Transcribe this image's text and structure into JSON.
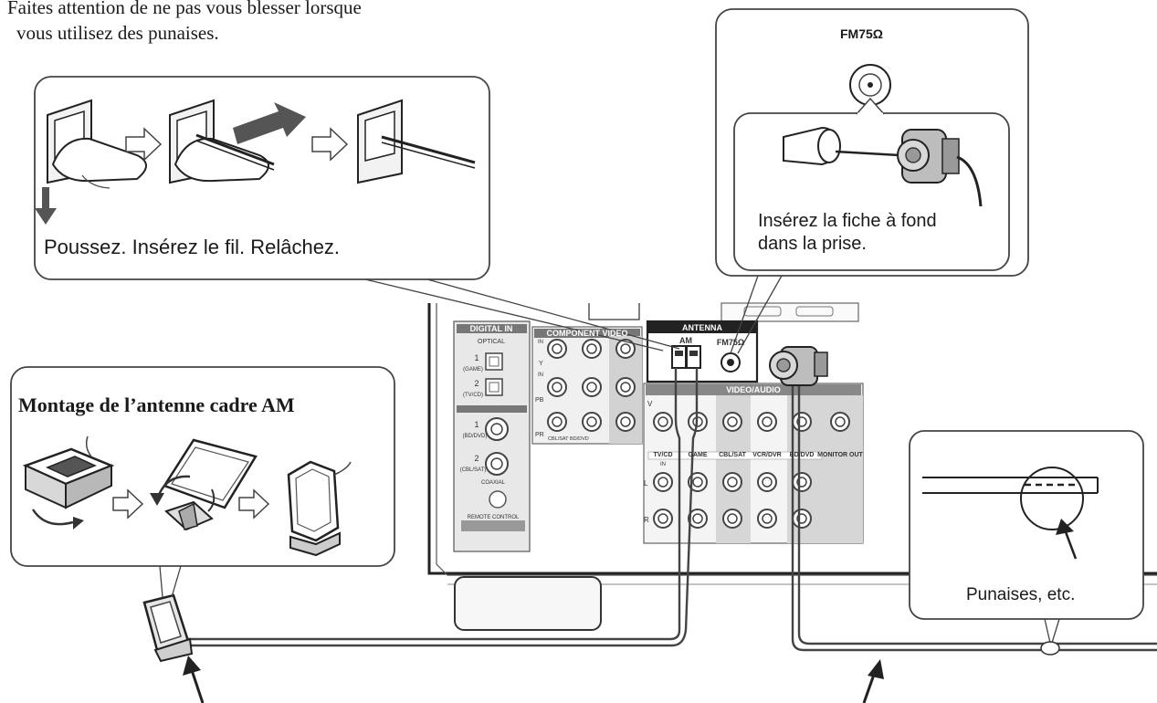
{
  "warning": {
    "line1": "Faites attention de ne pas vous blesser lorsque",
    "line2": "vous utilisez des punaises."
  },
  "am_terminal_callout": {
    "caption": "Poussez. Insérez le fil. Relâchez."
  },
  "fm_jack_callout": {
    "jack_label": "FM75Ω",
    "caption_line1": "Insérez la fiche à fond",
    "caption_line2": "dans la prise."
  },
  "am_loop_callout": {
    "title": "Montage de l’antenne cadre AM"
  },
  "thumbtack_callout": {
    "caption": "Punaises, etc."
  },
  "receiver_panel": {
    "antenna_header": "ANTENNA",
    "am_label": "AM",
    "fm_label": "FM75Ω",
    "digital_in": "DIGITAL IN",
    "optical": "OPTICAL",
    "component_video": "COMPONENT VIDEO",
    "video_audio": "VIDEO/AUDIO",
    "monitor_out": "MONITOR OUT",
    "remote_control": "REMOTE CONTROL",
    "coaxial": "COAXIAL",
    "in1": "IN",
    "in2": "IN",
    "dig1_num": "1",
    "dig1_sub": "(GAME)",
    "dig2_num": "2",
    "dig2_sub": "(TV/CD)",
    "coax1_num": "1",
    "coax1_sub": "(BD/DVD)",
    "coax2_num": "2",
    "coax2_sub": "(CBL/SAT)",
    "comp_y": "Y",
    "comp_pb": "PB",
    "comp_pr": "PR",
    "comp_bottom": "CBL/SAT   BD/DVD",
    "va_v": "V",
    "va_l": "L",
    "va_r": "R",
    "col_tvcd": "TV/CD",
    "col_game": "GAME",
    "col_cblsat": "CBL/SAT",
    "col_vcrdvr": "VCR/DVR",
    "col_bddvd": "BD/DVD",
    "col_in": "IN"
  }
}
